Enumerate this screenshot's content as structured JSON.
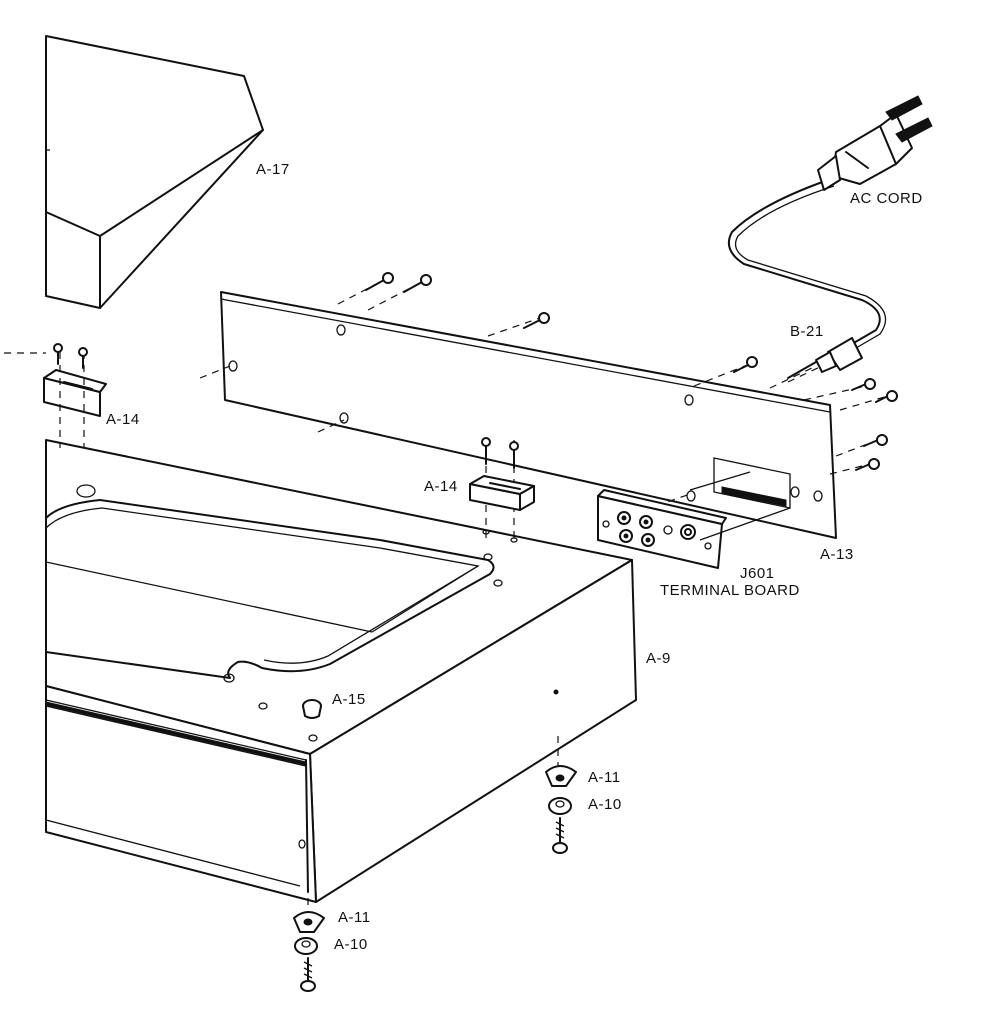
{
  "labels": {
    "a17": "A-17",
    "ac_cord": "AC CORD",
    "b21": "B-21",
    "a14_left": "A-14",
    "a14_center": "A-14",
    "a13": "A-13",
    "j601_line1": "J601",
    "j601_line2": "TERMINAL BOARD",
    "a9": "A-9",
    "a15": "A-15",
    "a11_right": "A-11",
    "a10_right": "A-10",
    "a11_bottom": "A-11",
    "a10_bottom": "A-10"
  },
  "colors": {
    "ink": "#111111",
    "paper": "#ffffff"
  }
}
